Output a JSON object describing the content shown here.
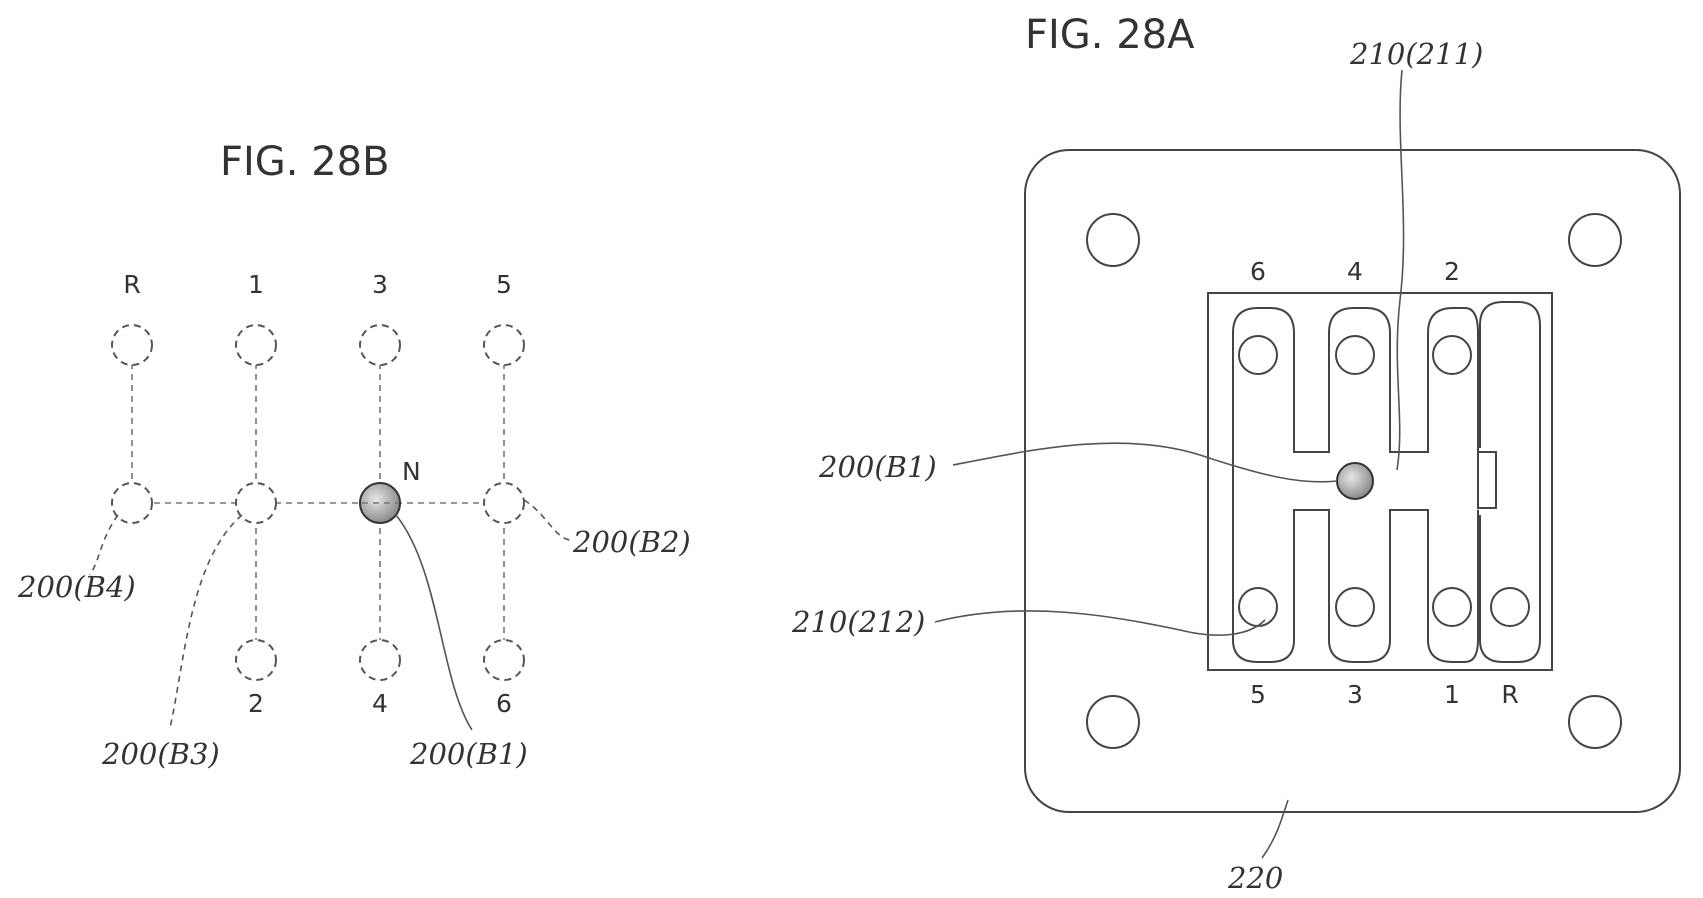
{
  "fig_b": {
    "title": "FIG. 28B",
    "top_labels": [
      "R",
      "1",
      "3",
      "5"
    ],
    "bottom_labels": [
      "2",
      "4",
      "6"
    ],
    "neutral_label": "N",
    "callouts": {
      "b4": "200(B4)",
      "b3": "200(B3)",
      "b1": "200(B1)",
      "b2": "200(B2)"
    }
  },
  "fig_a": {
    "title": "FIG. 28A",
    "top_labels": [
      "6",
      "4",
      "2"
    ],
    "bottom_labels": [
      "5",
      "3",
      "1",
      "R"
    ],
    "callouts": {
      "guide_211": "210(211)",
      "knob_b1": "200(B1)",
      "guide_212": "210(212)",
      "plate_220": "220"
    }
  },
  "colors": {
    "line": "#444444",
    "knob": "#9a9a9a"
  }
}
